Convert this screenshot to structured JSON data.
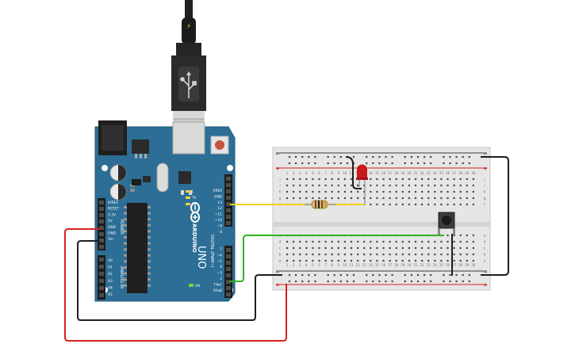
{
  "arduino": {
    "brand": "ARDUINO",
    "model": "UNO",
    "digital_label": "DIGITAL (PWM~)",
    "power_label": "POWER",
    "analog_label": "ANALOG IN",
    "on_label": "ON",
    "tx_label": "TX",
    "rx_label": "RX",
    "led_l_label": "L",
    "power_pins": [
      "IOREF",
      "RESET",
      "3.3V",
      "5V",
      "GND",
      "GND",
      "Vin"
    ],
    "analog_pins": [
      "A0",
      "A1",
      "A2",
      "A3",
      "A4",
      "A5"
    ],
    "digital_top": [
      "AREF",
      "GND",
      "13",
      "12",
      "~11",
      "~10",
      "~9",
      "8"
    ],
    "digital_bottom": [
      "7",
      "~6",
      "~5",
      "4",
      "~3",
      "2",
      "TX▸1",
      "RX◂0"
    ]
  },
  "usb_bolt": "⚡",
  "breadboard": {
    "plus": "+",
    "minus": "−",
    "rows_top": [
      "j",
      "i",
      "h",
      "g",
      "f"
    ],
    "rows_bottom": [
      "e",
      "d",
      "c",
      "b",
      "a"
    ],
    "columns": [
      "1",
      "2",
      "3",
      "4",
      "5",
      "6",
      "7",
      "8",
      "9",
      "10",
      "11",
      "12",
      "13",
      "14",
      "15",
      "16",
      "17",
      "18",
      "19",
      "20",
      "21",
      "22",
      "23",
      "24",
      "25",
      "26",
      "27",
      "28",
      "29",
      "30"
    ]
  },
  "colors": {
    "board": "#2c6e95",
    "wire_yellow": "#f2d21c",
    "wire_green": "#2fb51d",
    "wire_red": "#d42121",
    "wire_black": "#1e1e1e",
    "led": "#c8191c"
  }
}
